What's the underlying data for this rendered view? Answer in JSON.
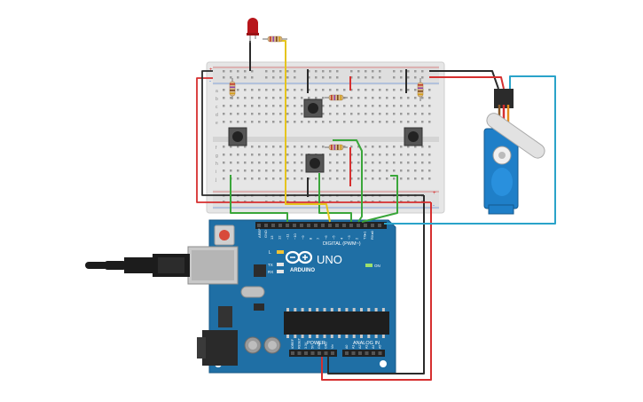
{
  "board": {
    "brand": "ARDUINO",
    "model": "UNO",
    "digital_label": "DIGITAL (PWM~)",
    "power_label": "POWER",
    "analog_label": "ANALOG IN",
    "on_label": "ON",
    "l_label": "L",
    "tx_label": "TX",
    "rx_label": "RX",
    "aref": "AREF",
    "gnd": "GND",
    "digital_pins": [
      "13",
      "12",
      "~11",
      "~10",
      "~9",
      "8",
      "7",
      "~6",
      "~5",
      "4",
      "~3",
      "2",
      "TX▸1",
      "RX◂0"
    ],
    "power_pins": [
      "IOREF",
      "RESET",
      "3.3V",
      "5V",
      "GND",
      "GND",
      "Vin"
    ],
    "analog_pins": [
      "A0",
      "A1",
      "A2",
      "A3",
      "A4",
      "A5"
    ]
  },
  "breadboard": {
    "rail_plus": "+",
    "rail_minus": "-",
    "row_letters_top": [
      "a",
      "b",
      "c",
      "d",
      "e"
    ],
    "row_letters_bottom": [
      "f",
      "g",
      "h",
      "i",
      "j"
    ]
  },
  "colors": {
    "wire_red": "#d62f2f",
    "wire_black": "#2b2b2b",
    "wire_green": "#3aa63a",
    "wire_yellow": "#e5c41e",
    "wire_blue": "#2aa3c9",
    "board_blue": "#1f6fa5",
    "servo_blue": "#1f7fc8"
  }
}
